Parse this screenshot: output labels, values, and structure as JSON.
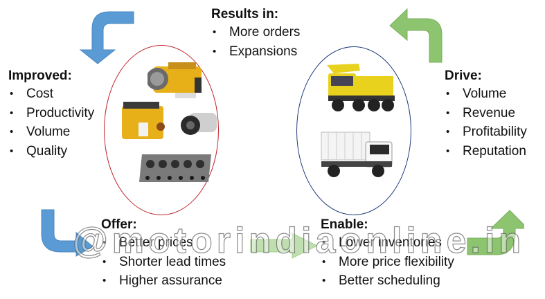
{
  "colors": {
    "blue_arrow": "#5b9bd5",
    "green_arrow": "#8cc46f",
    "red_ellipse": "#c0272d",
    "blue_ellipse": "#1f3a7a",
    "engine_yellow": "#e8b018",
    "truck_yellow": "#e9d21e"
  },
  "results": {
    "heading": "Results in:",
    "items": [
      "More orders",
      "Expansions"
    ]
  },
  "improved": {
    "heading": "Improved:",
    "items": [
      "Cost",
      "Productivity",
      "Volume",
      "Quality"
    ]
  },
  "drive": {
    "heading": "Drive:",
    "items": [
      "Volume",
      "Revenue",
      "Profitability",
      "Reputation"
    ]
  },
  "offer": {
    "heading": "Offer:",
    "items": [
      "Better prices",
      "Shorter lead times",
      "Higher assurance"
    ]
  },
  "enable": {
    "heading": "Enable:",
    "items": [
      "Lower inventories",
      "More price flexibility",
      "Better scheduling"
    ]
  },
  "bullet": "•",
  "watermark": "@motorindiaonline.in",
  "images": {
    "left": [
      "engine-transmission-image",
      "diesel-engine-image",
      "ac-compressor-image",
      "cylinder-head-image"
    ],
    "right": [
      "dump-truck-image",
      "cargo-truck-image"
    ]
  }
}
